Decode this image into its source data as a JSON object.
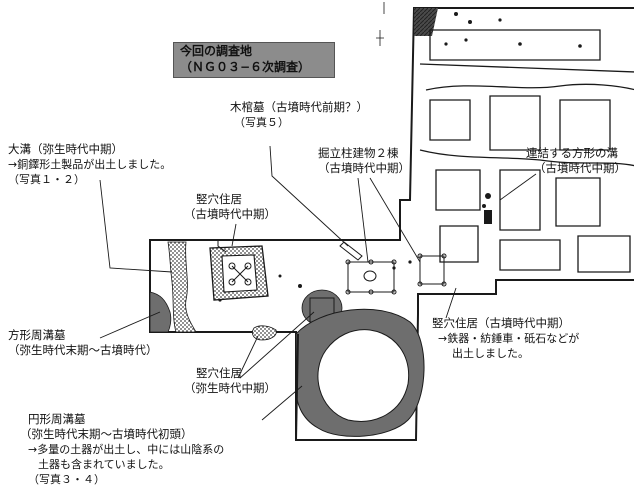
{
  "title": {
    "line1": "今回の調査地",
    "line2": "（ＮＧ０３−６次調査）"
  },
  "labels": {
    "mokkanbo": {
      "name": "木棺墓（古墳時代前期？）",
      "note": "（写真５）"
    },
    "omizo": {
      "name": "大溝（弥生時代中期）",
      "desc": "→銅鐸形土製品が出土しました。",
      "note": "（写真１・２）"
    },
    "tateana_center": {
      "name": "竪穴住居",
      "period": "（古墳時代中期）"
    },
    "hottatebashira": {
      "name": "掘立柱建物２棟",
      "period": "（古墳時代中期）"
    },
    "renketsu": {
      "name": "連結する方形の溝",
      "period": "（古墳時代中期）"
    },
    "hokei": {
      "name": "方形周溝墓",
      "period": "（弥生時代末期〜古墳時代）"
    },
    "tateana_yayoi": {
      "name": "竪穴住居",
      "period": "（弥生時代中期）"
    },
    "tateana_right": {
      "name": "竪穴住居（古墳時代中期）",
      "desc1": "→鉄器・紡錘車・砥石などが",
      "desc2": "出土しました。"
    },
    "enkei": {
      "name": "円形周溝墓",
      "period": "（弥生時代末期〜古墳時代初頭）",
      "desc1": "→多量の土器が出土し、中には山陰系の",
      "desc2": "土器も含まれていました。",
      "note": "（写真３・４）"
    }
  },
  "colors": {
    "outline": "#1a1a1a",
    "dark_fill": "#6e6e6e",
    "dot_fill": "#bdbdbd",
    "title_fill": "#8c8c8c"
  }
}
